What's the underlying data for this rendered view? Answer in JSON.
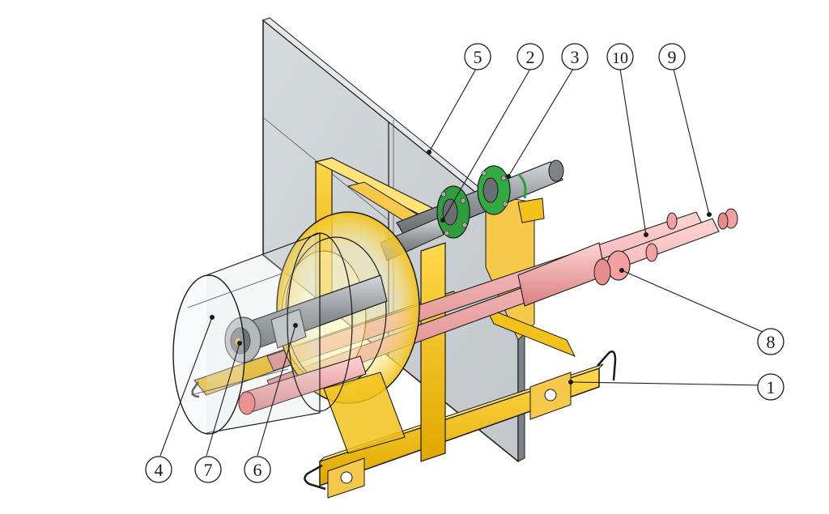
{
  "callouts": [
    {
      "id": "1",
      "label": "1"
    },
    {
      "id": "2",
      "label": "2"
    },
    {
      "id": "3",
      "label": "3"
    },
    {
      "id": "4",
      "label": "4"
    },
    {
      "id": "5",
      "label": "5"
    },
    {
      "id": "6",
      "label": "6"
    },
    {
      "id": "7",
      "label": "7"
    },
    {
      "id": "8",
      "label": "8"
    },
    {
      "id": "9",
      "label": "9"
    },
    {
      "id": "10",
      "label": "10"
    }
  ],
  "colors": {
    "frame": "#f2c21b",
    "frame_dark": "#b8860b",
    "glass": "#c9d0d4",
    "pipe": "#f4a6a6",
    "pipe_dark": "#c97070",
    "flange": "#2e9e3a",
    "steel": "#9a9ea3",
    "outline": "#1a1a1a"
  }
}
